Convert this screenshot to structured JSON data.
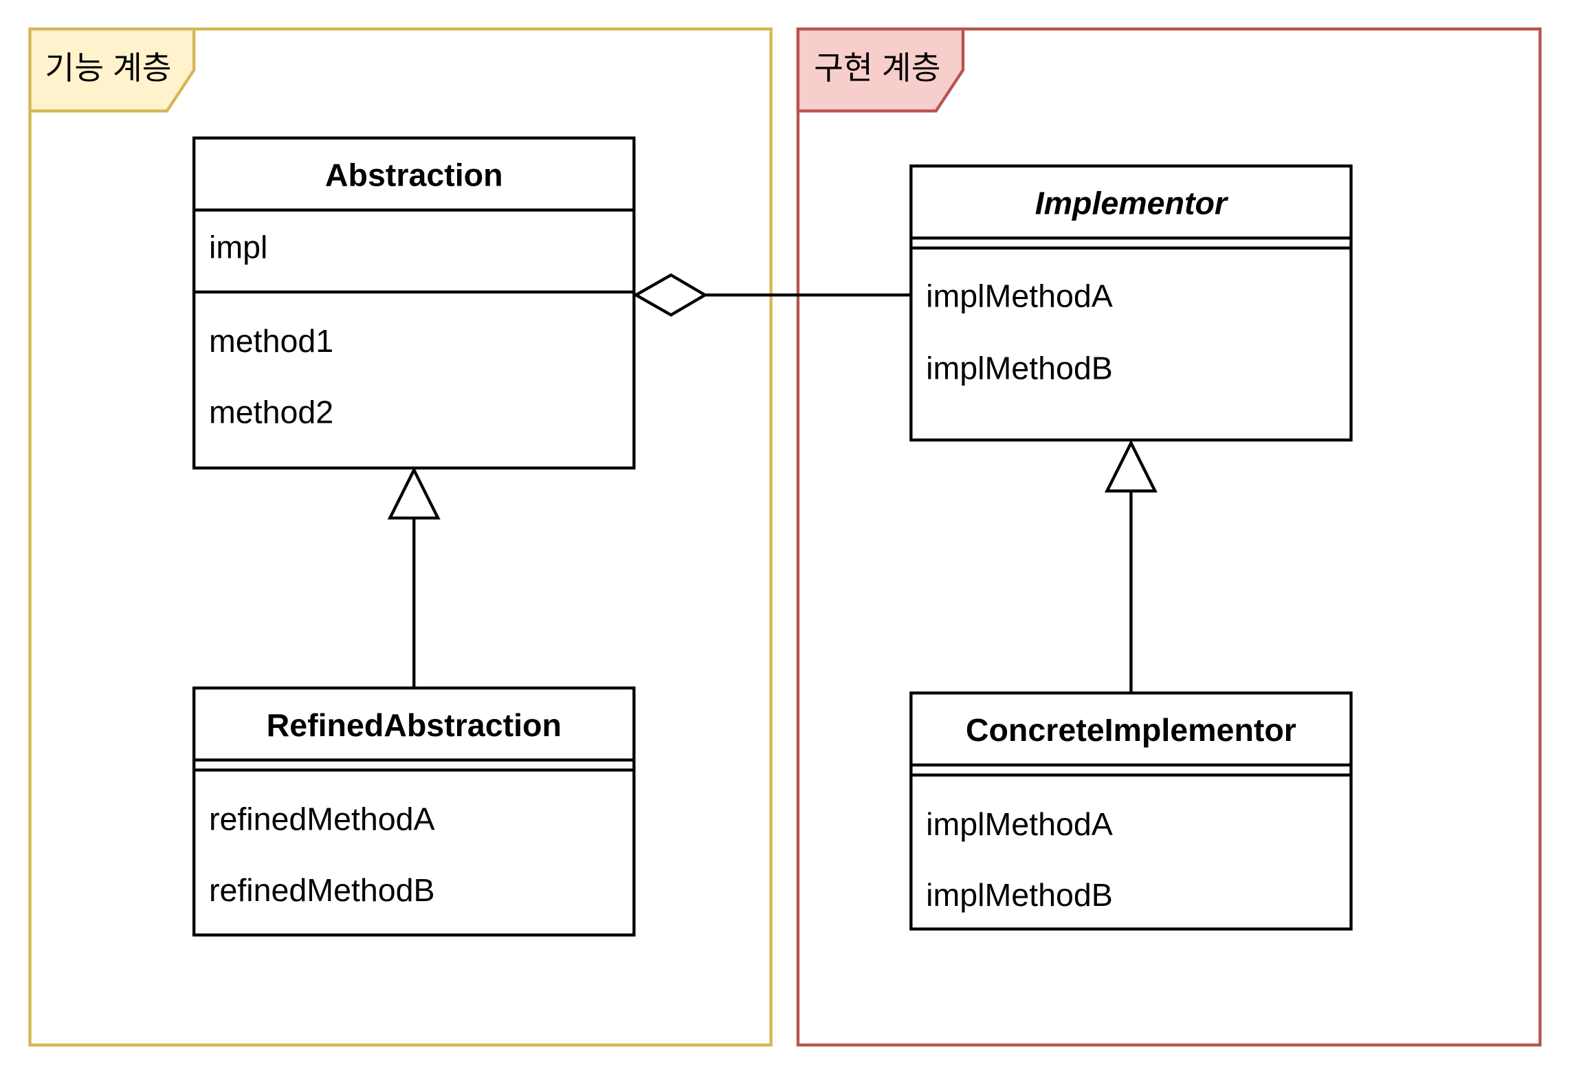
{
  "colors": {
    "functional_stroke": "#d6b656",
    "functional_fill": "#fff2cc",
    "implementation_stroke": "#b85450",
    "implementation_fill": "#f8cecc",
    "line": "#000000"
  },
  "frames": {
    "functional": {
      "label": "기능 계층"
    },
    "implementation": {
      "label": "구현 계층"
    }
  },
  "classes": {
    "abstraction": {
      "name": "Abstraction",
      "fields": [
        "impl"
      ],
      "methods": [
        "method1",
        "method2"
      ]
    },
    "refined_abstraction": {
      "name": "RefinedAbstraction",
      "methods": [
        "refinedMethodA",
        "refinedMethodB"
      ]
    },
    "implementor": {
      "name": "Implementor",
      "abstract": true,
      "methods": [
        "implMethodA",
        "implMethodB"
      ]
    },
    "concrete_implementor": {
      "name": "ConcreteImplementor",
      "methods": [
        "implMethodA",
        "implMethodB"
      ]
    }
  }
}
